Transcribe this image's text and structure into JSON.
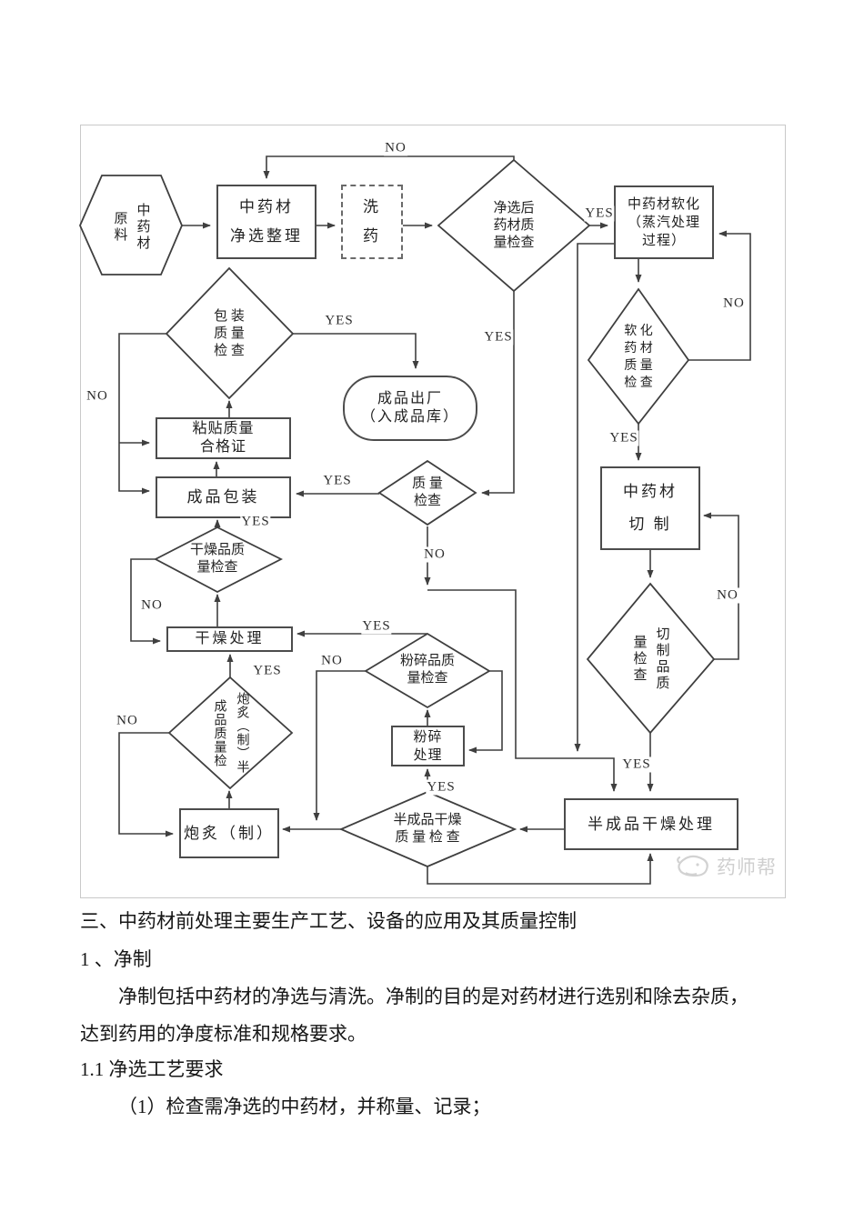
{
  "flowchart": {
    "nodes": {
      "raw_material": {
        "cols": [
          "原料",
          "中药材"
        ]
      },
      "cleaning": {
        "lines": [
          "中药材",
          "净选整理"
        ]
      },
      "washing": {
        "lines": [
          "洗",
          "药"
        ]
      },
      "post_clean_qc": {
        "lines": [
          "净选后",
          "药材质",
          "量检查"
        ]
      },
      "softening": {
        "lines": [
          "中药材软化",
          "（蒸汽处理",
          "过程）"
        ]
      },
      "soft_qc": {
        "lines": [
          "软 化",
          "药 材",
          "质 量",
          "检 查"
        ]
      },
      "cutting": {
        "lines": [
          "中药材",
          "切  制"
        ]
      },
      "cut_qc": {
        "cols": [
          "量检查",
          "切制品质"
        ]
      },
      "semi_drying": {
        "lines": [
          "半成品干燥处理"
        ]
      },
      "semi_dry_qc": {
        "lines": [
          "半成品干燥",
          "质 量 检 查"
        ]
      },
      "crushing": {
        "lines": [
          "粉碎",
          "处理"
        ]
      },
      "crush_qc": {
        "lines": [
          "粉碎品质",
          "量检查"
        ]
      },
      "paozhi": {
        "lines": [
          "炮炙（制）"
        ]
      },
      "paozhi_qc": {
        "cols": [
          "成品质量检",
          "炮炙（制）半"
        ]
      },
      "drying": {
        "lines": [
          "干燥处理"
        ]
      },
      "dry_qc": {
        "lines": [
          "干燥品质",
          "量检查"
        ]
      },
      "packing": {
        "lines": [
          "成品包装"
        ]
      },
      "labeling": {
        "lines": [
          "粘贴质量",
          "合格证"
        ]
      },
      "pack_qc": {
        "lines": [
          "包  装",
          "质  量",
          "检  查"
        ]
      },
      "final_qc": {
        "lines": [
          "质  量",
          "检查"
        ]
      },
      "shipping": {
        "lines": [
          "成品出厂",
          "（入成品库）"
        ]
      }
    },
    "labels": {
      "no_top": "NO",
      "yes_jingxuan_right": "YES",
      "yes_jingxuan_down": "YES",
      "no_ruanhua": "NO",
      "yes_ruanhua": "YES",
      "no_qiezhi": "NO",
      "yes_qiezhi": "YES",
      "yes_baozhuang": "YES",
      "no_baozhuang": "NO",
      "yes_zhiliang": "YES",
      "no_zhiliang": "NO",
      "yes_ganzao": "YES",
      "no_ganzao": "NO",
      "yes_chengpin": "YES",
      "no_chengpin": "NO",
      "yes_fensui": "YES",
      "no_fensui": "NO",
      "yes_banchengpin": "YES"
    },
    "watermark": "药师帮",
    "line_color": "#3f3f3f"
  },
  "document": {
    "heading": "三、中药材前处理主要生产工艺、设备的应用及其质量控制",
    "item1": "1 、净制",
    "para1": "净制包括中药材的净选与清洗。净制的目的是对药材进行选别和除去杂质，",
    "para2": "达到药用的净度标准和规格要求。",
    "item1_1": "1.1  净选工艺要求",
    "para3": "（1）检查需净选的中药材，并称量、记录；"
  }
}
